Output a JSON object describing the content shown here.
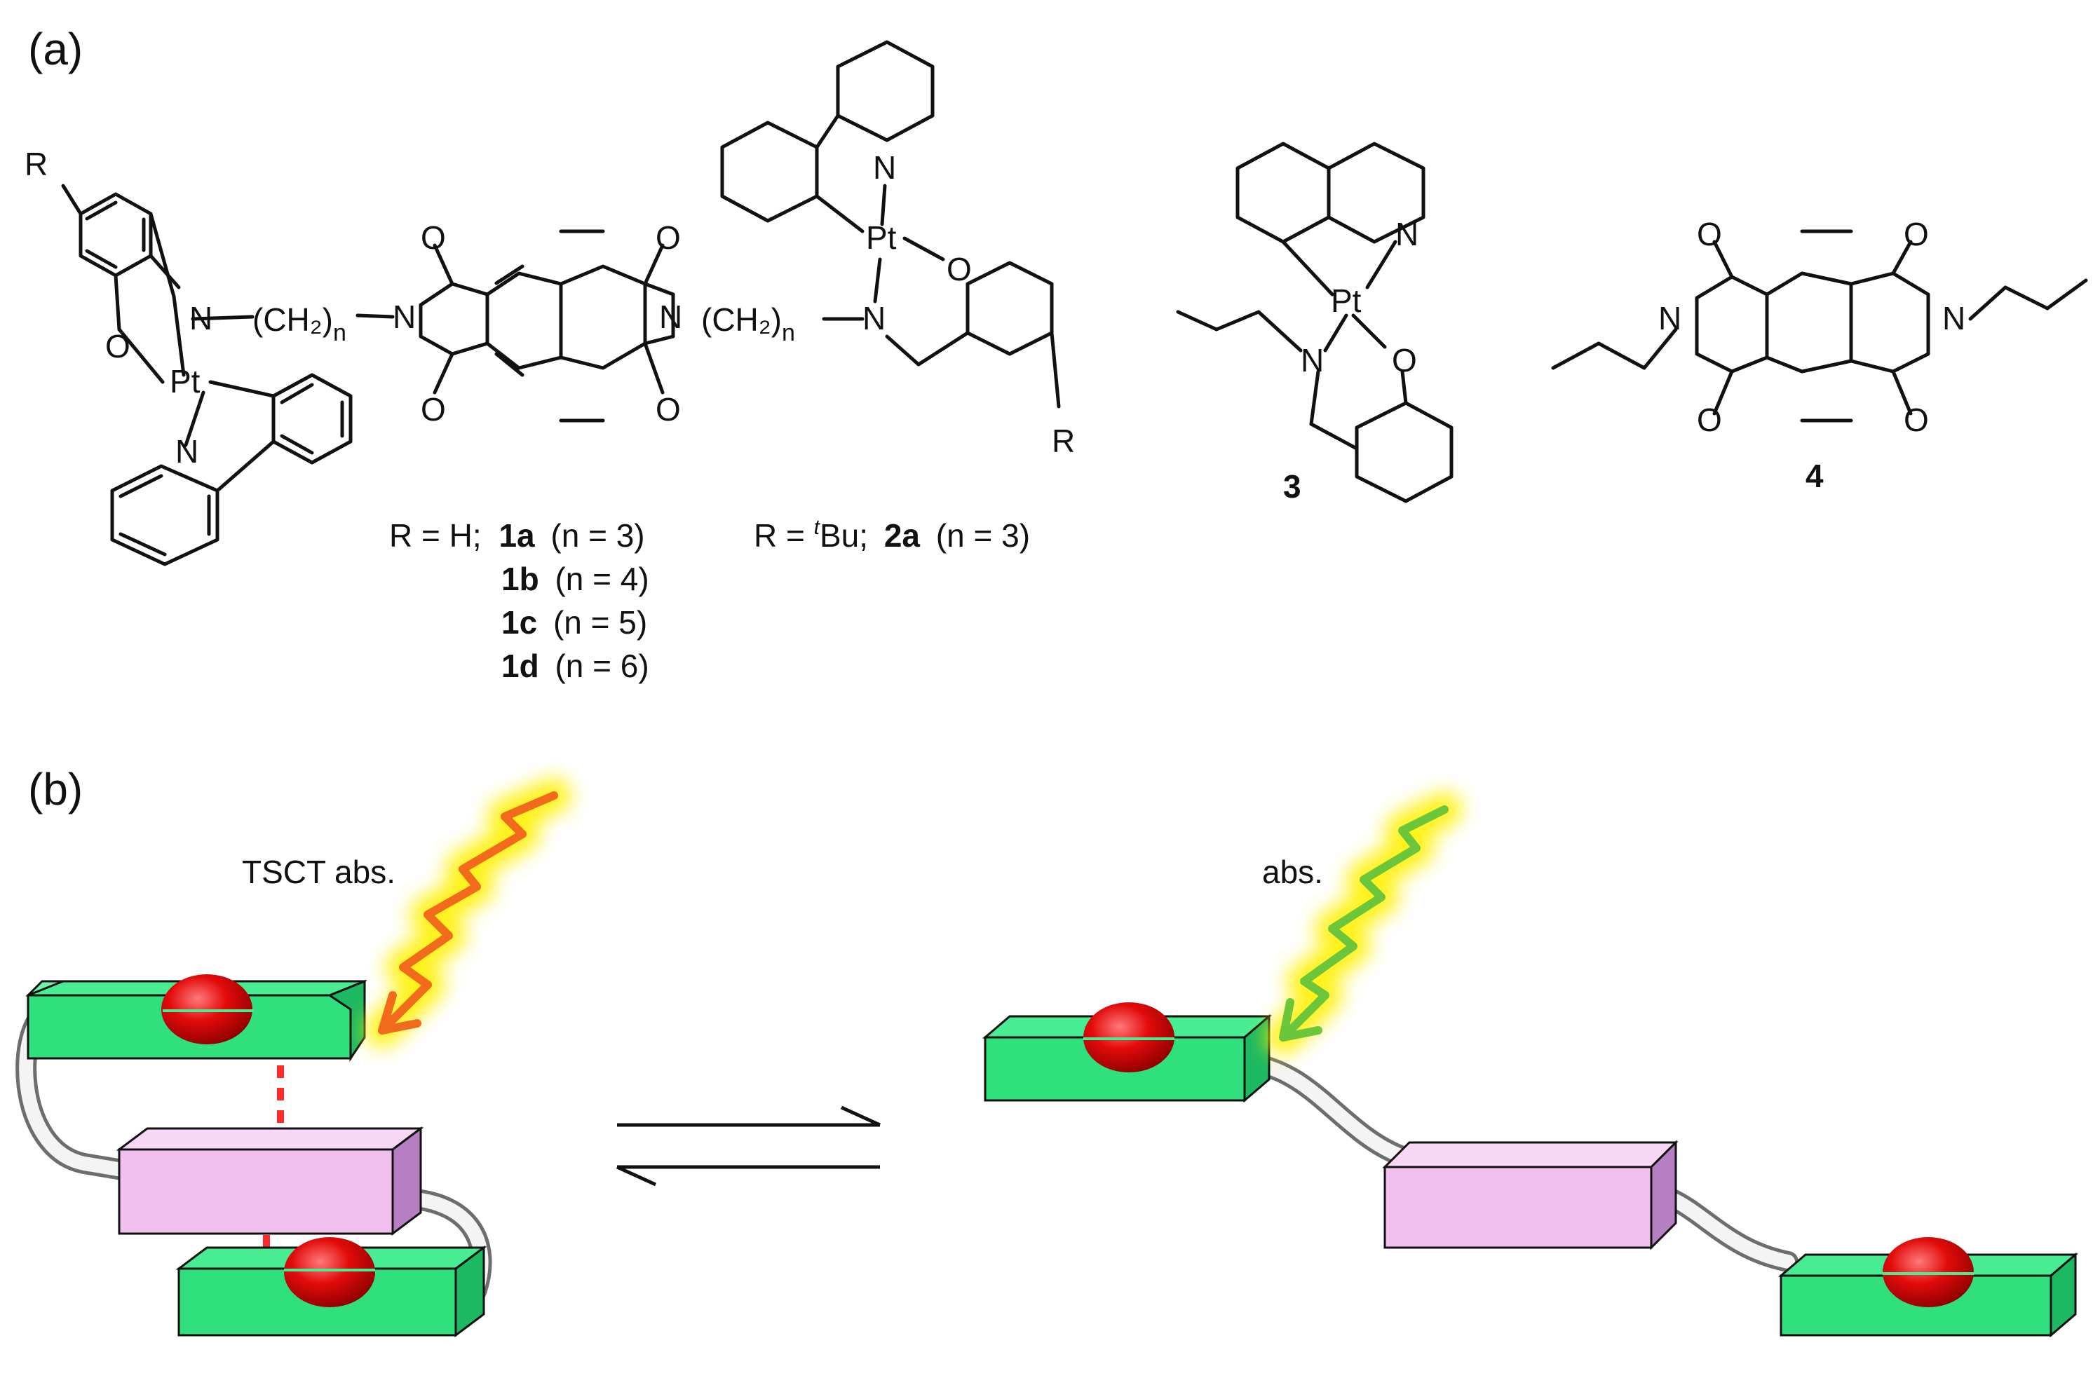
{
  "panels": {
    "a": "(a)",
    "b": "(b)"
  },
  "atoms": {
    "R": "R",
    "O": "O",
    "N": "N",
    "Pt": "Pt",
    "linker": "(CH₂)",
    "sub_n": "n"
  },
  "compound_1_caption": {
    "prefix": "R = H;",
    "rows": [
      {
        "id": "1a",
        "cond": "(n = 3)"
      },
      {
        "id": "1b",
        "cond": "(n = 4)"
      },
      {
        "id": "1c",
        "cond": "(n = 5)"
      },
      {
        "id": "1d",
        "cond": "(n = 6)"
      }
    ]
  },
  "compound_2_caption": {
    "prefix": "R = ",
    "sup": "t",
    "group": "Bu;",
    "id": "2a",
    "cond": "(n = 3)"
  },
  "compound_labels": {
    "c3": "3",
    "c4": "4"
  },
  "panel_b": {
    "left_label": "TSCT abs.",
    "right_label": "abs."
  },
  "colors": {
    "pt_unit_green": "#2fe07c",
    "pt_unit_side": "#1db862",
    "ndi_pink": "#f2c0ef",
    "ndi_side": "#b77fc3",
    "red_dome": "#e30b0b",
    "linker_gray": "#f0f0f0",
    "tsct_wave": "#f26b1d",
    "abs_wave": "#6cc63b",
    "glow": "#fff000",
    "dashed_line": "#ff2a2a"
  }
}
